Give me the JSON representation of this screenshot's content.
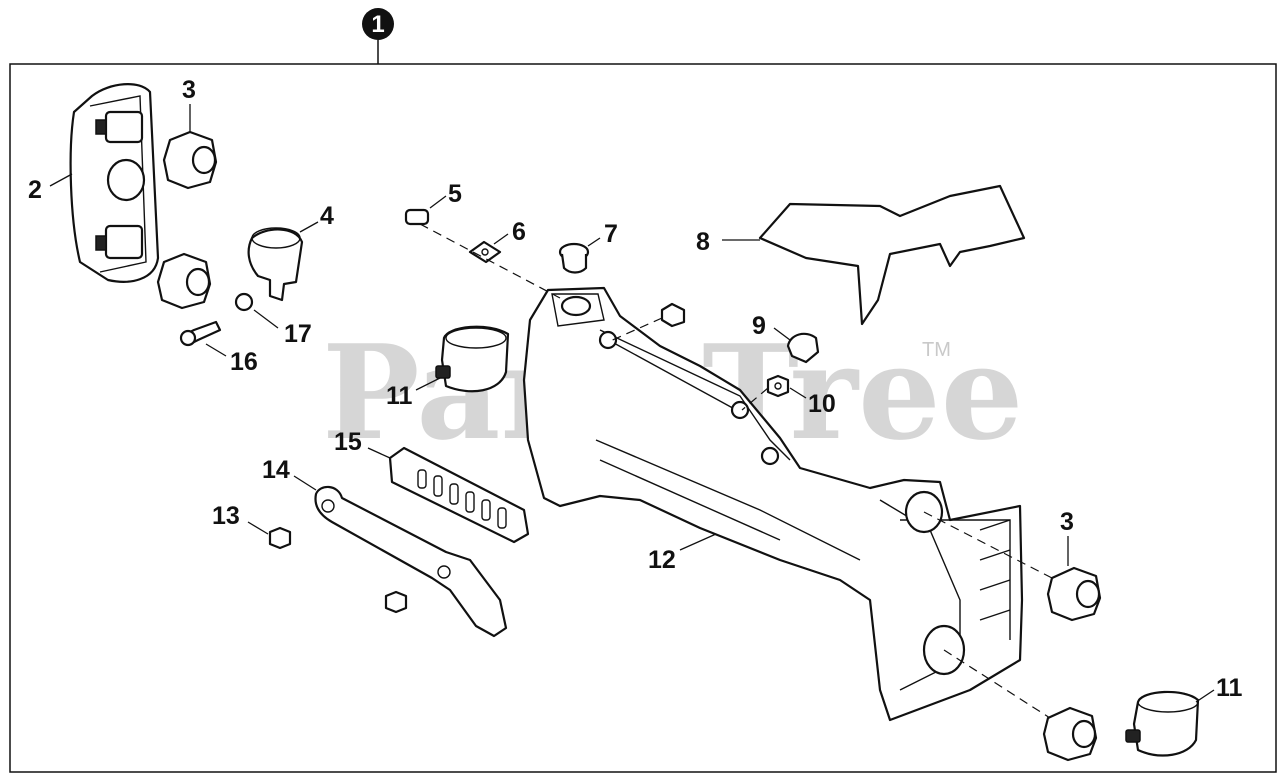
{
  "assembly": {
    "badge": "1"
  },
  "watermark": {
    "text": "PartsTree",
    "tm": "TM"
  },
  "callouts": [
    {
      "id": "c2",
      "label": "2"
    },
    {
      "id": "c3a",
      "label": "3"
    },
    {
      "id": "c4",
      "label": "4"
    },
    {
      "id": "c5",
      "label": "5"
    },
    {
      "id": "c6",
      "label": "6"
    },
    {
      "id": "c7",
      "label": "7"
    },
    {
      "id": "c8",
      "label": "8"
    },
    {
      "id": "c9",
      "label": "9"
    },
    {
      "id": "c10",
      "label": "10"
    },
    {
      "id": "c11a",
      "label": "11"
    },
    {
      "id": "c12",
      "label": "12"
    },
    {
      "id": "c13",
      "label": "13"
    },
    {
      "id": "c14",
      "label": "14"
    },
    {
      "id": "c15",
      "label": "15"
    },
    {
      "id": "c16",
      "label": "16"
    },
    {
      "id": "c17",
      "label": "17"
    },
    {
      "id": "c3b",
      "label": "3"
    },
    {
      "id": "c11b",
      "label": "11"
    }
  ]
}
